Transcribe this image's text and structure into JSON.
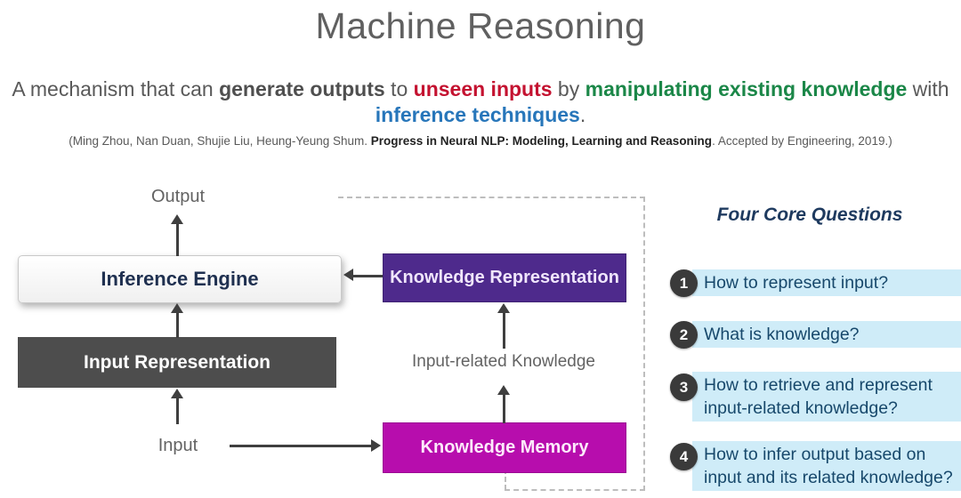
{
  "title": "Machine Reasoning",
  "definition": {
    "segments": [
      {
        "text": "A mechanism that can ",
        "style": "plain"
      },
      {
        "text": "generate outputs",
        "style": "bold-gray"
      },
      {
        "text": " to ",
        "style": "plain"
      },
      {
        "text": "unseen inputs",
        "style": "bold-red"
      },
      {
        "text": " by ",
        "style": "plain"
      },
      {
        "text": "manipulating existing knowledge",
        "style": "bold-green"
      },
      {
        "text": " with ",
        "style": "plain"
      },
      {
        "text": "inference techniques",
        "style": "bold-blue"
      },
      {
        "text": ".",
        "style": "plain"
      }
    ]
  },
  "citation": {
    "prefix": "(Ming Zhou, Nan Duan, Shujie Liu, Heung-Yeung Shum. ",
    "bold": "Progress in Neural NLP: Modeling, Learning and Reasoning",
    "suffix": ". Accepted by Engineering, 2019.)"
  },
  "diagram": {
    "output_label": "Output",
    "input_label": "Input",
    "inference_engine_label": "Inference Engine",
    "input_representation_label": "Input Representation",
    "knowledge_representation_label": "Knowledge Representation",
    "knowledge_memory_label": "Knowledge Memory",
    "input_related_knowledge_label": "Input-related Knowledge"
  },
  "questions": {
    "heading": "Four Core Questions",
    "items": [
      {
        "number": "1",
        "text": "How to represent input?"
      },
      {
        "number": "2",
        "text": "What is knowledge?"
      },
      {
        "number": "3",
        "text": "How to retrieve and represent input-related knowledge?"
      },
      {
        "number": "4",
        "text": "How to infer output based on input and its related knowledge?"
      }
    ]
  },
  "colors": {
    "accent_red": "#c41230",
    "accent_green": "#1b8748",
    "accent_blue": "#2776ba",
    "purple_box": "#4e2a8c",
    "magenta_box": "#b70dad",
    "dark_gray_box": "#4d4d4d",
    "highlight_blue": "#cfecf8",
    "question_text_navy": "#17486b",
    "heading_navy": "#1e3a5f"
  }
}
